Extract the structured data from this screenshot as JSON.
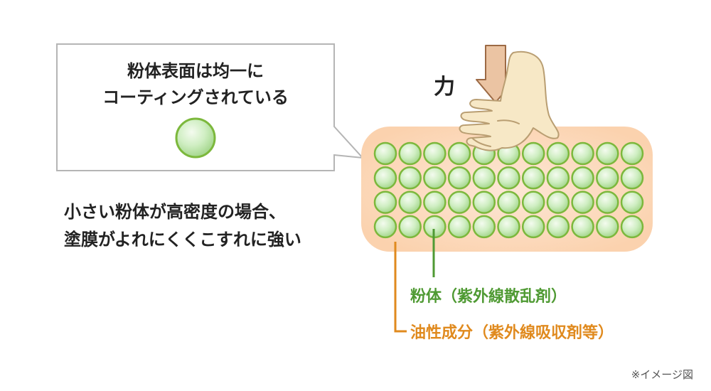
{
  "callout": {
    "line1": "粉体表面は均一に",
    "line2": "コーティングされている"
  },
  "force_label": "力",
  "description": {
    "line1": "小さい粉体が高密度の場合、",
    "line2": "塗膜がよれにくくこすれに強い"
  },
  "labels": {
    "powder": "粉体（紫外線散乱剤）",
    "oil": "油性成分（紫外線吸収剤等）"
  },
  "note": "※イメージ図",
  "grid": {
    "rows": 4,
    "cols": 11
  },
  "colors": {
    "powder_fill": "#bfe5b0",
    "powder_stroke": "#7cb83c",
    "oil_fill": "#fcd7b2",
    "powder_label": "#4f9a33",
    "oil_label": "#e08a1e",
    "arrow_fill": "#e8c2a0",
    "arrow_stroke": "#9c6a45",
    "hand_fill": "#f7e8c6",
    "hand_stroke": "#b99e72",
    "box_stroke": "#b5b5b5",
    "text": "#222222"
  },
  "icons": [
    "pressing-hand-icon",
    "down-arrow-icon"
  ]
}
